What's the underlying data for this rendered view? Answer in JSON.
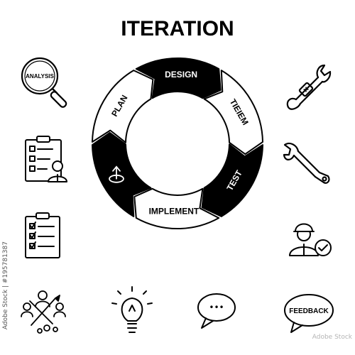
{
  "title": "ITERATION",
  "cycle": {
    "segments": [
      {
        "label": "PLAN",
        "fill": "#ffffff"
      },
      {
        "label": "DESIGN",
        "fill": "#000000"
      },
      {
        "label": "TIEIEM",
        "fill": "#ffffff"
      },
      {
        "label": "TEST",
        "fill": "#000000"
      },
      {
        "label": "IMPLEMENT",
        "fill": "#ffffff"
      },
      {
        "label": "",
        "fill": "#000000"
      }
    ]
  },
  "icons": {
    "analysis_label": "ANALYSIS",
    "feedback_label": "FEEDBACK",
    "chat_dots": "•••"
  },
  "side_text": "Adobe Stock | #195781387",
  "watermark": "Adobe Stock",
  "colors": {
    "ink": "#000000",
    "paper": "#ffffff",
    "watermark": "#b4b4b4"
  }
}
